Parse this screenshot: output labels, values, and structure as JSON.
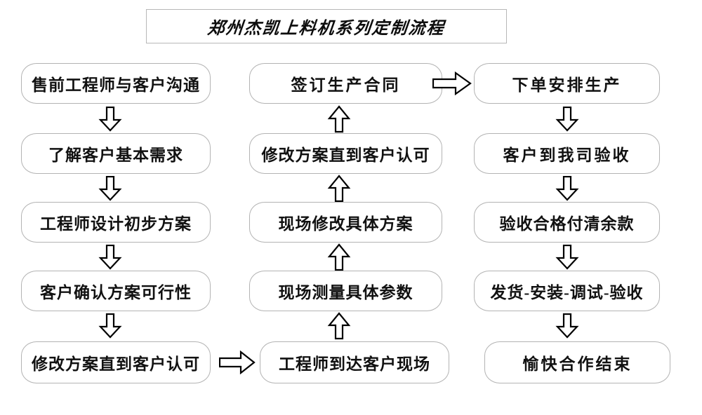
{
  "title": {
    "text": "郑州杰凯上料机系列定制流程"
  },
  "diagram": {
    "type": "flowchart",
    "columns": [
      {
        "name": "pre-sales-column",
        "direction": "down",
        "nodes": [
          {
            "label": "售前工程师与客户沟通"
          },
          {
            "label": "了解客户基本需求"
          },
          {
            "label": "工程师设计初步方案"
          },
          {
            "label": "客户确认方案可行性"
          },
          {
            "label": "修改方案直到客户认可"
          }
        ]
      },
      {
        "name": "on-site-column",
        "direction": "up",
        "nodes": [
          {
            "label": "签订生产合同"
          },
          {
            "label": "修改方案直到客户认可"
          },
          {
            "label": "现场修改具体方案"
          },
          {
            "label": "现场测量具体参数"
          },
          {
            "label": "工程师到达客户现场"
          }
        ]
      },
      {
        "name": "production-column",
        "direction": "down",
        "nodes": [
          {
            "label": "下单安排生产"
          },
          {
            "label": "客户到我司验收"
          },
          {
            "label": "验收合格付清余款"
          },
          {
            "label": "发货-安装-调试-验收"
          },
          {
            "label": "愉快合作结束"
          }
        ]
      }
    ],
    "connectors": [
      {
        "name": "left-col-arrow-1",
        "direction": "down"
      },
      {
        "name": "left-col-arrow-2",
        "direction": "down"
      },
      {
        "name": "left-col-arrow-3",
        "direction": "down"
      },
      {
        "name": "left-col-arrow-4",
        "direction": "down"
      },
      {
        "name": "left-to-middle-arrow",
        "direction": "right"
      },
      {
        "name": "middle-col-arrow-1",
        "direction": "up"
      },
      {
        "name": "middle-col-arrow-2",
        "direction": "up"
      },
      {
        "name": "middle-col-arrow-3",
        "direction": "up"
      },
      {
        "name": "middle-col-arrow-4",
        "direction": "up"
      },
      {
        "name": "middle-to-right-arrow",
        "direction": "right"
      },
      {
        "name": "right-col-arrow-1",
        "direction": "down"
      },
      {
        "name": "right-col-arrow-2",
        "direction": "down"
      },
      {
        "name": "right-col-arrow-3",
        "direction": "down"
      },
      {
        "name": "right-col-arrow-4",
        "direction": "down"
      }
    ],
    "colors": {
      "node_border": "#b3b3b3",
      "node_fill": "#ffffff",
      "arrow_stroke": "#000000",
      "arrow_fill": "#ffffff",
      "text": "#111111",
      "background": "#ffffff"
    }
  }
}
